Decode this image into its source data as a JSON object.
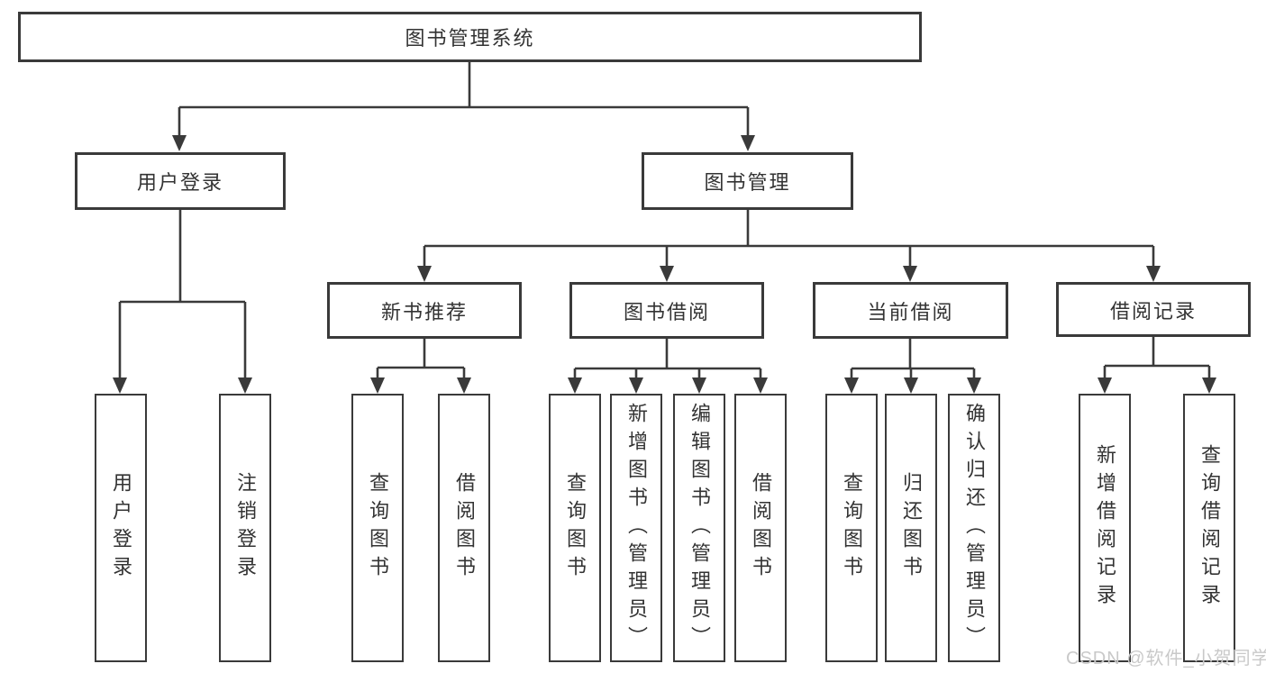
{
  "diagram": {
    "root": {
      "label": "图书管理系统"
    },
    "branches": [
      {
        "label": "用户登录"
      },
      {
        "label": "图书管理"
      }
    ],
    "modules": [
      {
        "label": "新书推荐",
        "parent": "图书管理"
      },
      {
        "label": "图书借阅",
        "parent": "图书管理"
      },
      {
        "label": "当前借阅",
        "parent": "图书管理"
      },
      {
        "label": "借阅记录",
        "parent": "图书管理"
      }
    ],
    "leaves": [
      {
        "label": "用户登录",
        "parent": "用户登录"
      },
      {
        "label": "注销登录",
        "parent": "用户登录"
      },
      {
        "label": "查询图书",
        "parent": "新书推荐"
      },
      {
        "label": "借阅图书",
        "parent": "新书推荐"
      },
      {
        "label": "查询图书",
        "parent": "图书借阅"
      },
      {
        "label": "新增图书（管理员）",
        "parent": "图书借阅"
      },
      {
        "label": "编辑图书（管理员）",
        "parent": "图书借阅"
      },
      {
        "label": "借阅图书",
        "parent": "图书借阅"
      },
      {
        "label": "查询图书",
        "parent": "当前借阅"
      },
      {
        "label": "归还图书",
        "parent": "当前借阅"
      },
      {
        "label": "确认归还（管理员）",
        "parent": "当前借阅"
      },
      {
        "label": "新增借阅记录",
        "parent": "借阅记录"
      },
      {
        "label": "查询借阅记录",
        "parent": "借阅记录"
      }
    ],
    "watermark": "CSDN @软件_小贺同学"
  },
  "colors": {
    "line": "#3a3a3a",
    "text": "#333333",
    "watermark": "#c9c9c9",
    "background": "#ffffff"
  }
}
